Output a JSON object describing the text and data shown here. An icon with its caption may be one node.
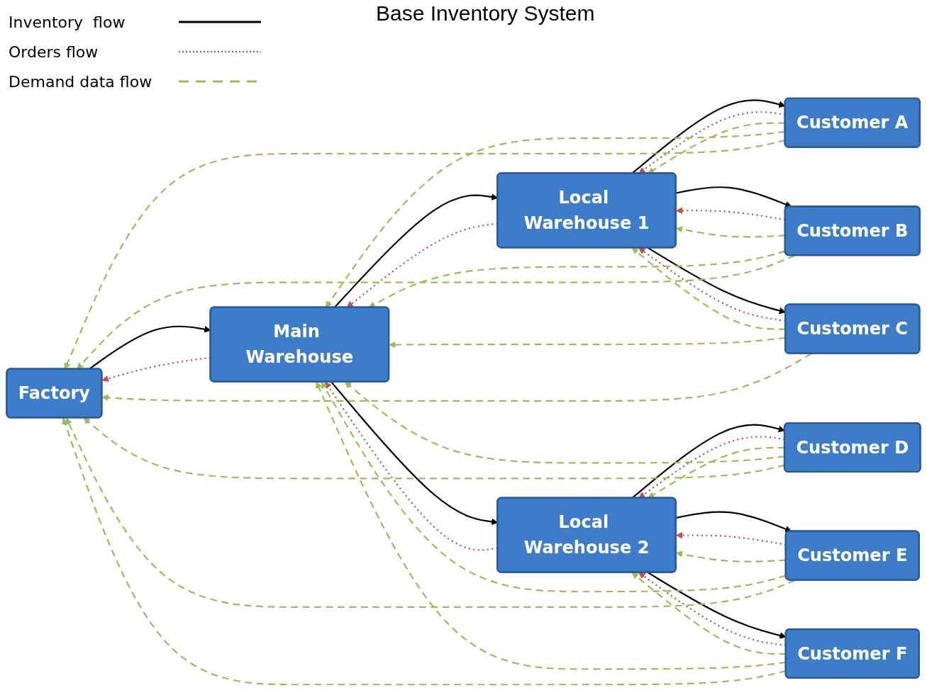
{
  "diagram": {
    "title": "Base Inventory System",
    "nodes": [
      {
        "text": [
          "Factory"
        ]
      },
      {
        "text": [
          "Main Warehouse"
        ]
      },
      {
        "text": [
          "Local Warehouse 1"
        ]
      },
      {
        "text": [
          "Local Warehouse 2"
        ]
      },
      {
        "text": [
          "Customer A"
        ]
      },
      {
        "text": [
          "Customer B"
        ]
      },
      {
        "text": [
          "Customer C"
        ]
      },
      {
        "text": [
          "Customer D"
        ]
      },
      {
        "text": [
          "Customer E"
        ]
      },
      {
        "text": [
          "Customer F"
        ]
      }
    ],
    "edges": [
      {
        "from": 0,
        "to": 1,
        "arrow": "to",
        "color": "#000000"
      },
      {
        "from": 1,
        "to": 0,
        "arrow": "to",
        "style": "dashed",
        "color": "#c0504d"
      },
      {
        "from": 1,
        "to": 2,
        "arrow": "to",
        "color": "#000000"
      },
      {
        "from": 2,
        "to": 1,
        "arrow": "to",
        "style": "dashed",
        "color": "#c0504d"
      },
      {
        "from": 1,
        "to": 3,
        "arrow": "to",
        "color": "#000000"
      },
      {
        "from": 3,
        "to": 1,
        "arrow": "to",
        "style": "dashed",
        "color": "#c0504d"
      },
      {
        "from": 2,
        "to": 4,
        "arrow": "to",
        "color": "#000000"
      },
      {
        "from": 4,
        "to": 2,
        "arrow": "to",
        "style": "dashed",
        "color": "#c0504d"
      },
      {
        "from": 2,
        "to": 5,
        "arrow": "to",
        "color": "#000000"
      },
      {
        "from": 5,
        "to": 2,
        "arrow": "to",
        "style": "dashed",
        "color": "#c0504d"
      },
      {
        "from": 2,
        "to": 6,
        "arrow": "to",
        "color": "#000000"
      },
      {
        "from": 6,
        "to": 2,
        "arrow": "to",
        "style": "dashed",
        "color": "#c0504d"
      },
      {
        "from": 3,
        "to": 7,
        "arrow": "to",
        "color": "#000000"
      },
      {
        "from": 7,
        "to": 3,
        "arrow": "to",
        "style": "dashed",
        "color": "#c0504d"
      },
      {
        "from": 3,
        "to": 8,
        "arrow": "to",
        "color": "#000000"
      },
      {
        "from": 8,
        "to": 3,
        "arrow": "to",
        "style": "dashed",
        "color": "#c0504d"
      },
      {
        "from": 3,
        "to": 9,
        "arrow": "to",
        "color": "#000000"
      },
      {
        "from": 9,
        "to": 3,
        "arrow": "to",
        "style": "dashed",
        "color": "#c0504d"
      },
      {
        "from": 4,
        "to": 2,
        "arrow": "to",
        "style": "dashed"
      },
      {
        "from": 4,
        "to": 1,
        "arrow": "to",
        "style": "dashed"
      },
      {
        "from": 4,
        "to": 0,
        "arrow": "to",
        "style": "dashed"
      },
      {
        "from": 5,
        "to": 2,
        "arrow": "to",
        "style": "dashed"
      },
      {
        "from": 5,
        "to": 1,
        "arrow": "to",
        "style": "dashed"
      },
      {
        "from": 5,
        "to": 0,
        "arrow": "to",
        "style": "dashed"
      },
      {
        "from": 6,
        "to": 2,
        "arrow": "to",
        "style": "dashed"
      },
      {
        "from": 6,
        "to": 1,
        "arrow": "to",
        "style": "dashed"
      },
      {
        "from": 6,
        "to": 0,
        "arrow": "to",
        "style": "dashed"
      },
      {
        "from": 7,
        "to": 3,
        "arrow": "to",
        "style": "dashed"
      },
      {
        "from": 7,
        "to": 1,
        "arrow": "to",
        "style": "dashed"
      },
      {
        "from": 7,
        "to": 0,
        "arrow": "to",
        "style": "dashed"
      },
      {
        "from": 8,
        "to": 3,
        "arrow": "to",
        "style": "dashed"
      },
      {
        "from": 8,
        "to": 1,
        "arrow": "to",
        "style": "dashed"
      },
      {
        "from": 8,
        "to": 0,
        "arrow": "to",
        "style": "dashed"
      },
      {
        "from": 9,
        "to": 3,
        "arrow": "to",
        "style": "dashed"
      },
      {
        "from": 9,
        "to": 1,
        "arrow": "to",
        "style": "dashed"
      },
      {
        "from": 9,
        "to": 0,
        "arrow": "to",
        "style": "dashed"
      }
    ],
    "legend": [
      {
        "text": "Inventory  flow"
      },
      {
        "text": "Orders flow"
      },
      {
        "text": "Demand data flow"
      }
    ]
  }
}
